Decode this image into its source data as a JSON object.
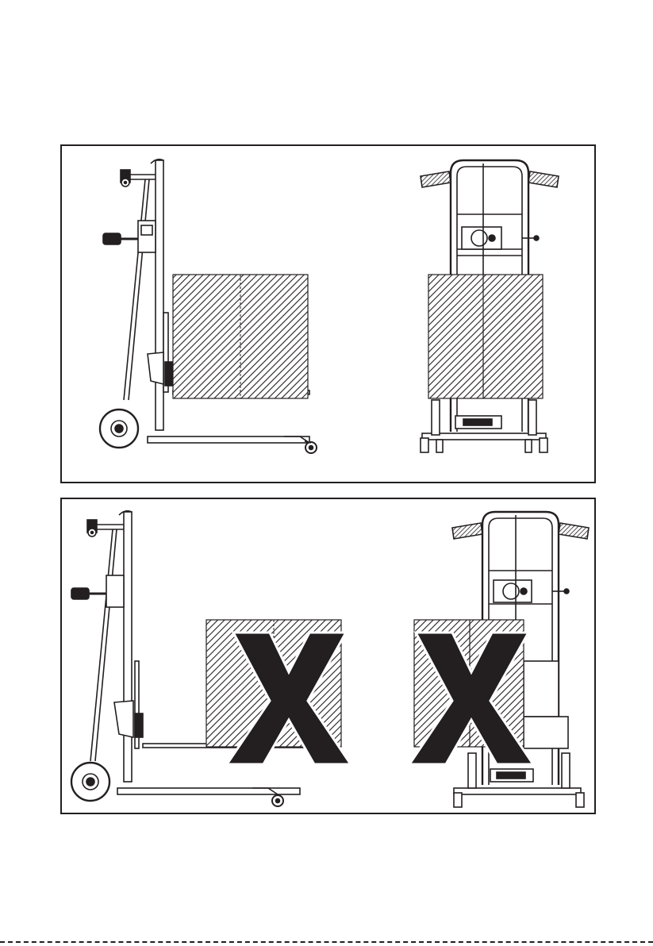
{
  "figure": {
    "panels": [
      {
        "id": "correct-loading",
        "views": [
          "side-view",
          "front-view"
        ],
        "load_position": "centered-on-forks",
        "crossed_out": false
      },
      {
        "id": "incorrect-loading",
        "views": [
          "side-view",
          "front-view"
        ],
        "load_position": "overhanging-forks",
        "crossed_out": true,
        "cross_marks": [
          {
            "symbol": "X",
            "view": "side-view"
          },
          {
            "symbol": "X",
            "view": "front-view"
          }
        ]
      }
    ],
    "colors": {
      "ink": "#231f20",
      "paper": "#ffffff"
    }
  }
}
